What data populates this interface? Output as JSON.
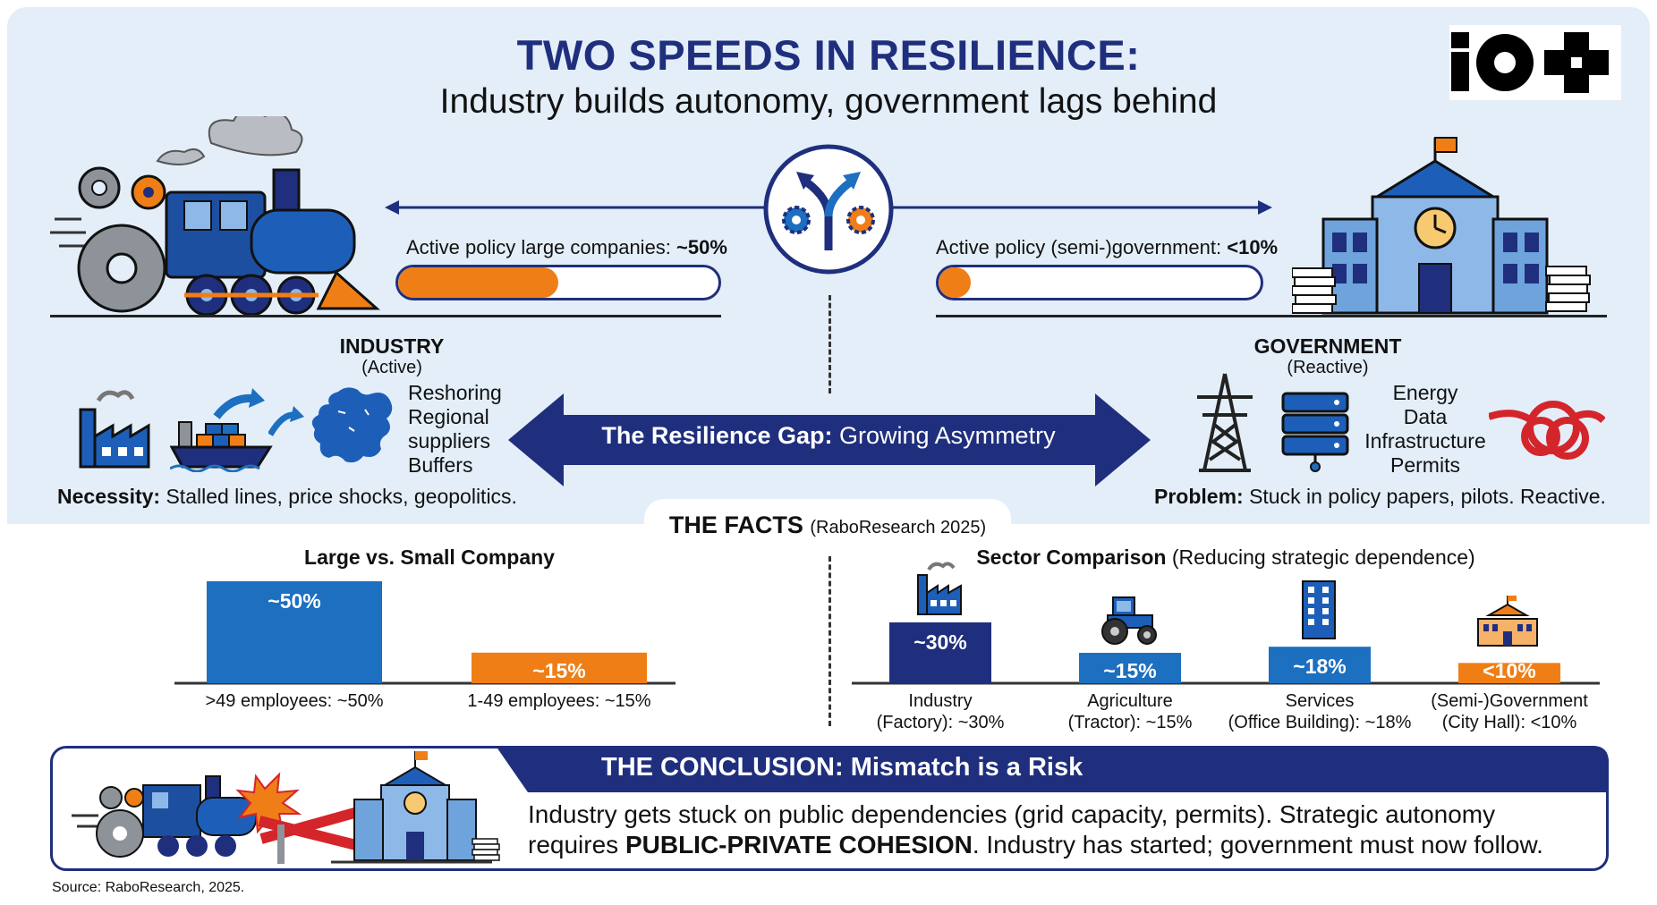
{
  "header": {
    "title": "TWO SPEEDS IN RESILIENCE:",
    "subtitle": "Industry builds autonomy, government lags behind"
  },
  "industry": {
    "policy_label": "Active policy large companies:",
    "policy_value": "~50%",
    "policy_fraction": 0.5,
    "title": "INDUSTRY",
    "subtitle": "(Active)",
    "items": [
      "Reshoring",
      "Regional",
      "suppliers",
      "Buffers"
    ],
    "necessity_label": "Necessity:",
    "necessity_text": "Stalled lines, price shocks, geopolitics."
  },
  "government": {
    "policy_label": "Active policy (semi-)government:",
    "policy_value": "<10%",
    "policy_fraction": 0.1,
    "title": "GOVERNMENT",
    "subtitle": "(Reactive)",
    "items": [
      "Energy",
      "Data",
      "Infrastructure",
      "Permits"
    ],
    "problem_label": "Problem:",
    "problem_text": "Stuck in policy papers, pilots. Reactive."
  },
  "gap": {
    "label_bold": "The Resilience Gap:",
    "label_rest": "Growing Asymmetry"
  },
  "facts": {
    "title": "THE FACTS",
    "source": "(RaboResearch 2025)"
  },
  "colors": {
    "navy": "#1f2f7d",
    "blue": "#1d6fc0",
    "orange": "#f07e16",
    "panel": "#e3eef9"
  },
  "icons": {
    "locomotive": "locomotive-icon",
    "city_hall": "city-hall-icon",
    "diverge": "diverging-arrows-gears-icon",
    "factory": "factory-icon",
    "ship": "cargo-ship-icon",
    "europe": "europe-map-icon",
    "pylon": "power-pylon-icon",
    "server": "server-icon",
    "knot": "red-tape-knot-icon",
    "tractor": "tractor-icon",
    "office": "office-building-icon"
  },
  "chart_data": [
    {
      "type": "bar",
      "title": "Large vs. Small Company",
      "categories": [
        ">49 employees: ~50%",
        "1-49 employees: ~15%"
      ],
      "values": [
        50,
        15
      ],
      "value_labels": [
        "~50%",
        "~15%"
      ],
      "colors": [
        "#1d6fc0",
        "#f07e16"
      ],
      "ylim": [
        0,
        50
      ],
      "grid": false
    },
    {
      "type": "bar",
      "title": "Sector Comparison",
      "subtitle": "(Reducing strategic dependence)",
      "categories": [
        [
          "Industry",
          "(Factory): ~30%"
        ],
        [
          "Agriculture",
          "(Tractor): ~15%"
        ],
        [
          "Services",
          "(Office Building): ~18%"
        ],
        [
          "(Semi-)Government",
          "(City Hall): <10%"
        ]
      ],
      "values": [
        30,
        15,
        18,
        10
      ],
      "value_labels": [
        "~30%",
        "~15%",
        "~18%",
        "<10%"
      ],
      "colors": [
        "#1f2f7d",
        "#1d6fc0",
        "#1d6fc0",
        "#f07e16"
      ],
      "ylim": [
        0,
        30
      ],
      "grid": false
    }
  ],
  "conclusion": {
    "heading": "THE CONCLUSION: Mismatch is a Risk",
    "line1": "Industry gets stuck on public dependencies (grid capacity, permits). Strategic autonomy",
    "line2_pre": "requires",
    "line2_bold": "PUBLIC-PRIVATE COHESION",
    "line2_post": ". Industry has started; government must now follow."
  },
  "source": "Source: RaboResearch, 2025."
}
